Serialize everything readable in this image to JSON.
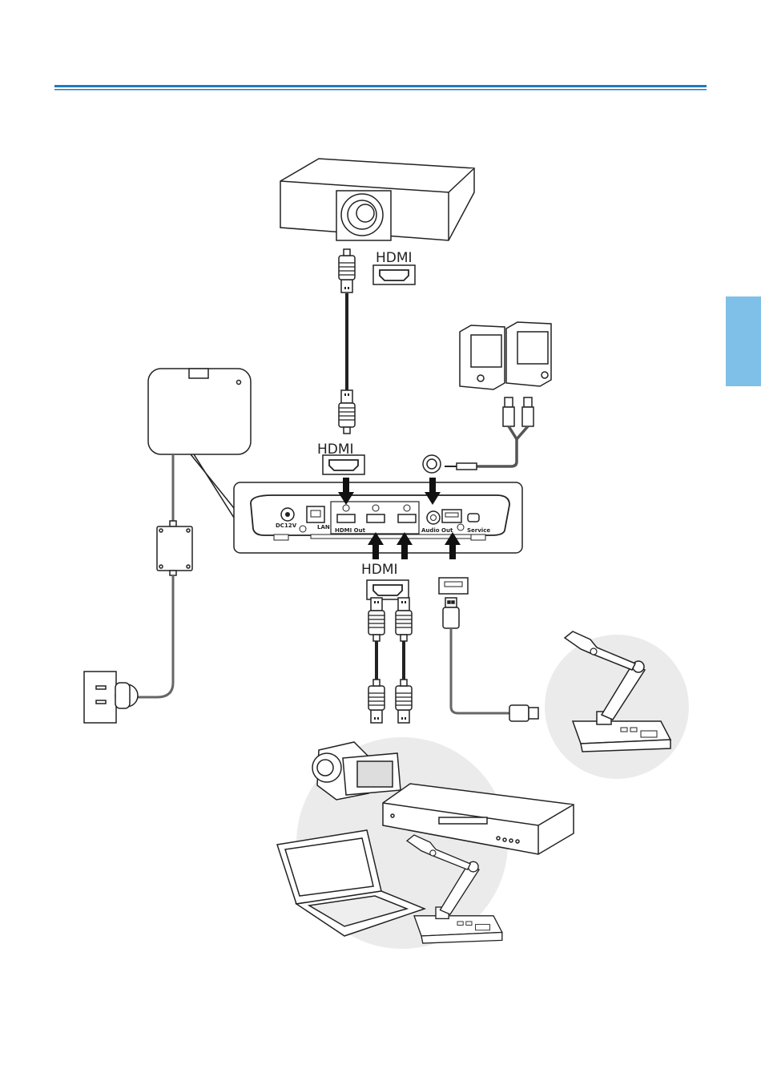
{
  "colors": {
    "header_rule": "#1f7bc1",
    "side_tab": "#7fc0e8",
    "bubble": "#ebebeb",
    "line": "#222222"
  },
  "labels": {
    "hdmi_projector": "HDMI",
    "hdmi_out": "HDMI",
    "hdmi_inputs": "HDMI"
  },
  "ports": {
    "dc": "DC12V",
    "lan": "LAN",
    "hdmi_out": "HDMI Out",
    "audio_out": "Audio Out",
    "service": "Service"
  },
  "icons": [
    "projector-icon",
    "speakers-icon",
    "wireless-hub-icon",
    "power-adapter-icon",
    "wall-outlet-icon",
    "document-camera-icon",
    "camcorder-icon",
    "bluray-player-icon",
    "laptop-icon",
    "hdmi-plug-icon",
    "usb-plug-icon",
    "arrow-icon"
  ]
}
